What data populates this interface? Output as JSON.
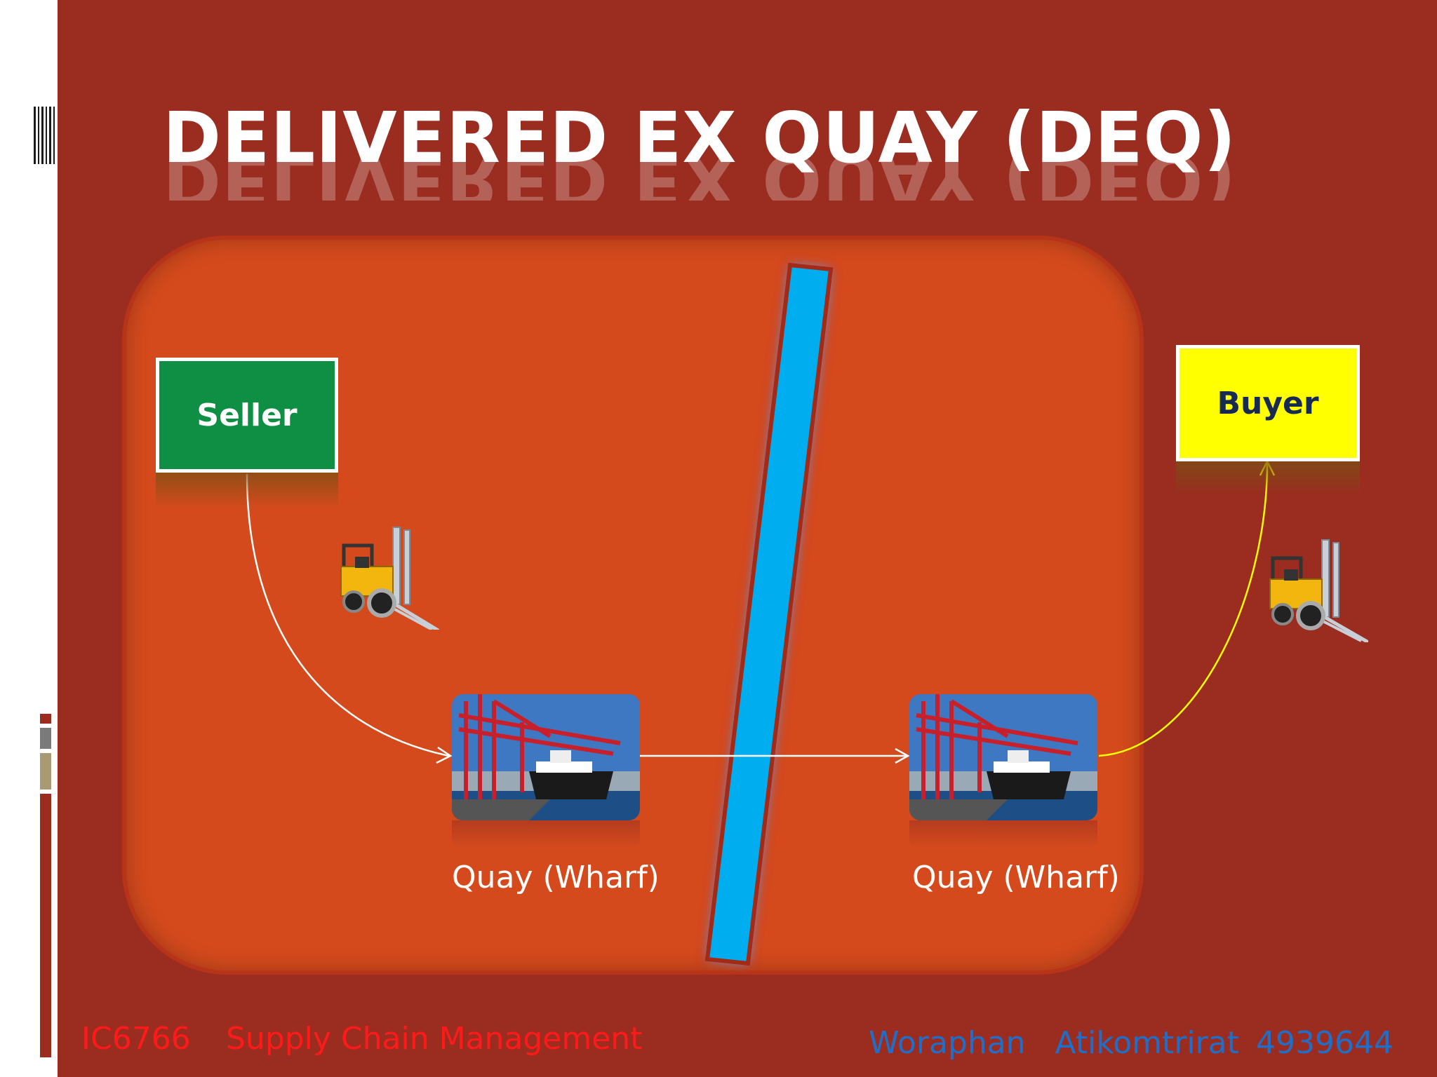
{
  "slide": {
    "title": "DELIVERED  EX  QUAY  (DEQ)",
    "background_color": "#9b2c20",
    "panel_color": "#d44a1d"
  },
  "diagram": {
    "seller": {
      "label": "Seller",
      "color": "#0f8f43"
    },
    "buyer": {
      "label": "Buyer",
      "color": "#ffff00"
    },
    "quays": [
      {
        "label": "Quay (Wharf)"
      },
      {
        "label": "Quay (Wharf)"
      }
    ],
    "sea_color": "#00aeef",
    "seller_arrow_color": "#ffffff",
    "buyer_arrow_color": "#ffff00",
    "icons": [
      "forklift-icon",
      "forklift-icon",
      "port-crane-ship-image",
      "port-crane-ship-image"
    ]
  },
  "footer": {
    "course_code": "IC6766",
    "course_name": "Supply Chain Management",
    "author": "Woraphan   Atikomtrirat",
    "student_id": "4939644"
  }
}
